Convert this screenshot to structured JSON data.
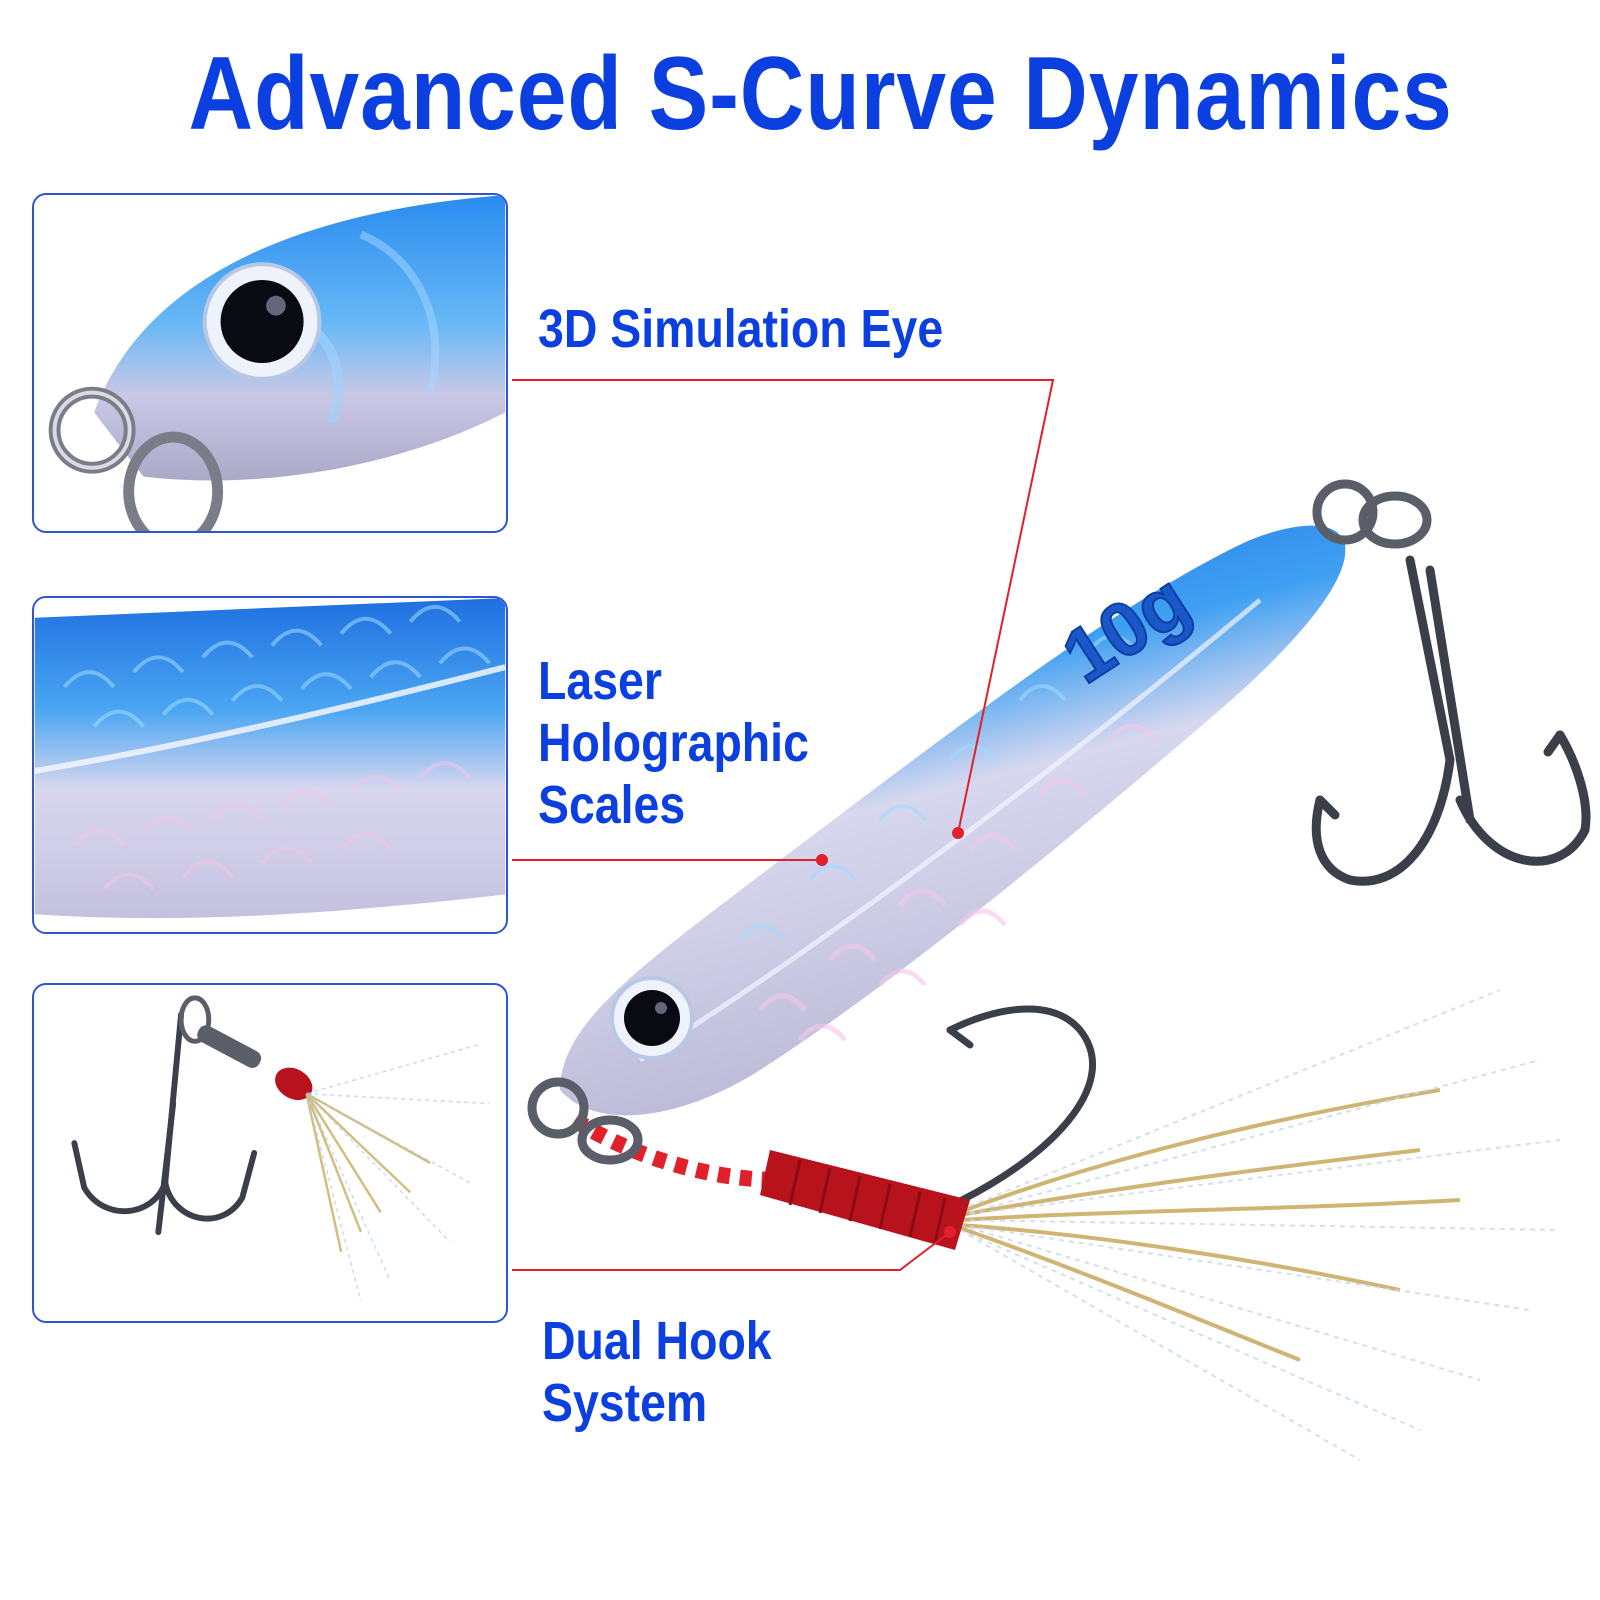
{
  "title": "Advanced S-Curve Dynamics",
  "product": {
    "weight_marking": "10g"
  },
  "features": [
    {
      "lines": [
        "3D Simulation Eye"
      ]
    },
    {
      "lines": [
        "Laser",
        "Holographic",
        "Scales"
      ]
    },
    {
      "lines": [
        "Dual Hook",
        "System"
      ]
    }
  ],
  "colors": {
    "title_blue": "#0b3fe0",
    "panel_border": "#2f55d4",
    "callout_red": "#e0202a",
    "lure_blue": "#1f7ee8",
    "lure_silver": "#dcdcee"
  }
}
